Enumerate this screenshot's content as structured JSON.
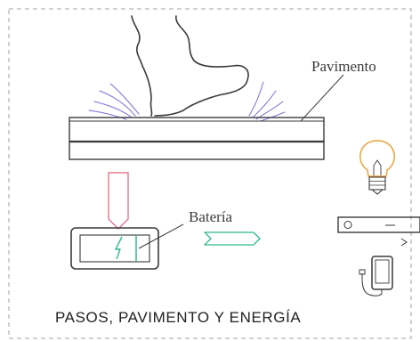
{
  "labels": {
    "floor": "Pavimento",
    "battery": "Batería",
    "caption": "PASOS, PAVIMENTO Y ENERGÍA"
  },
  "devices": {
    "bulb_icon": "light-bulb-icon",
    "bar_icon": "audio-bar-device-icon",
    "phone_icon": "phone-charging-icon",
    "bolt_icon": "lightning-bolt-icon"
  },
  "colors": {
    "frame": "#b4b8c4",
    "outline": "#3a3a3a",
    "impact_lines": "#7d70d8",
    "down_arrow": "#e0607a",
    "right_arrow": "#2fb890",
    "battery_charge": "#2fb890",
    "bulb": "#e9a23b"
  }
}
